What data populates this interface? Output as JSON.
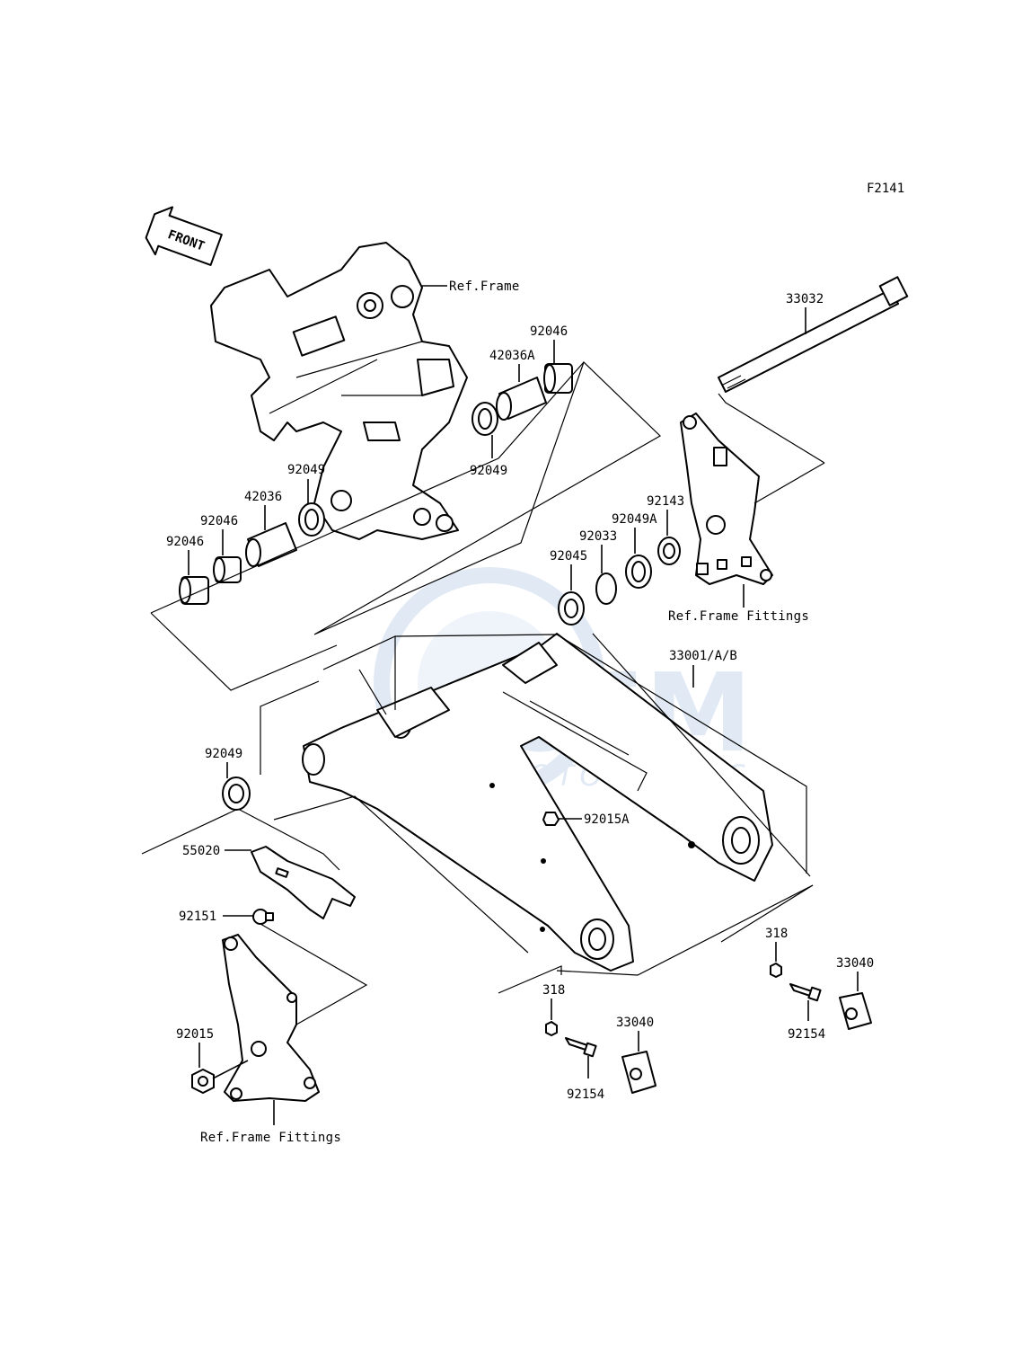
{
  "diagram_code": "F2141",
  "front_label": "FRONT",
  "watermark": {
    "brand": "CEM",
    "sub": "MOTORPARTS"
  },
  "references": {
    "frame": "Ref.Frame",
    "frame_fittings_right": "Ref.Frame Fittings",
    "frame_fittings_left": "Ref.Frame Fittings"
  },
  "parts": {
    "p33032": "33032",
    "p42036A": "42036A",
    "p92046_top": "92046",
    "p92049_top": "92049",
    "p92049_left": "92049",
    "p42036": "42036",
    "p92046_a": "92046",
    "p92046_b": "92046",
    "p92143": "92143",
    "p92049A": "92049A",
    "p92033": "92033",
    "p92045": "92045",
    "p33001": "33001/A/B",
    "p92049_mid": "92049",
    "p92015A": "92015A",
    "p55020": "55020",
    "p92151": "92151",
    "p318_right": "318",
    "p33040_right": "33040",
    "p92154_right": "92154",
    "p318_bottom": "318",
    "p33040_bottom": "33040",
    "p92154_bottom": "92154",
    "p92015": "92015"
  }
}
